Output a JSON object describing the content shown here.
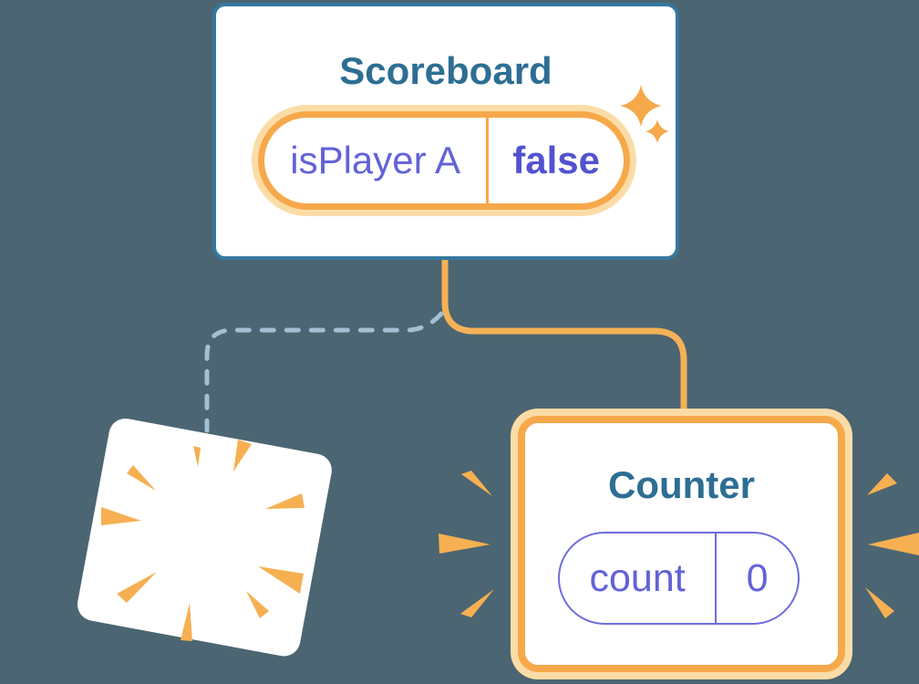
{
  "diagram": {
    "scoreboard": {
      "title": "Scoreboard",
      "state": {
        "key": "isPlayer A",
        "value": "false"
      }
    },
    "counter": {
      "title": "Counter",
      "state": {
        "key": "count",
        "value": "0"
      }
    }
  },
  "icons": {
    "sparkles": "sparkles-icon",
    "poof_burst": "poof-burst-icon",
    "emphasis_left": "emphasis-marks-left-icon",
    "emphasis_right": "emphasis-marks-right-icon"
  },
  "colors": {
    "bg": "#4c6572",
    "card_bg": "#ffffff",
    "blue_border": "#35789f",
    "blue_text": "#2d6e93",
    "orange": "#f6a94b",
    "orange_light": "#fcdca6",
    "orange_line": "#f5b156",
    "burst_orange": "#f6b052",
    "indigo": "#6262d8",
    "indigo_bold": "#5252cf",
    "indigo_border": "#6d6ddd",
    "dashed_blue": "#a3bfd3"
  }
}
